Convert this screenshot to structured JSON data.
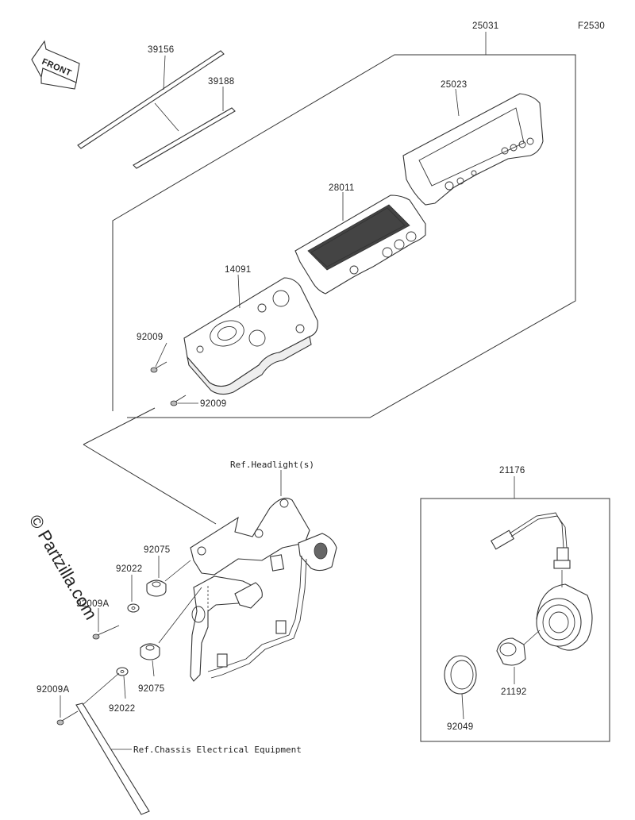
{
  "figure_code": "F2530",
  "front_label": "FRONT",
  "watermark": "© Partzilla.com",
  "parts": {
    "p25031": "25031",
    "p25023": "25023",
    "p28011": "28011",
    "p14091": "14091",
    "p39156": "39156",
    "p39188": "39188",
    "p92009_a": "92009",
    "p92009_b": "92009",
    "p92075_a": "92075",
    "p92075_b": "92075",
    "p92022_a": "92022",
    "p92022_b": "92022",
    "p92009A_a": "92009A",
    "p92009A_b": "92009A",
    "p21176": "21176",
    "p21192": "21192",
    "p92049": "92049"
  },
  "refs": {
    "headlight": "Ref.Headlight(s)",
    "chassis": "Ref.Chassis Electrical Equipment"
  }
}
